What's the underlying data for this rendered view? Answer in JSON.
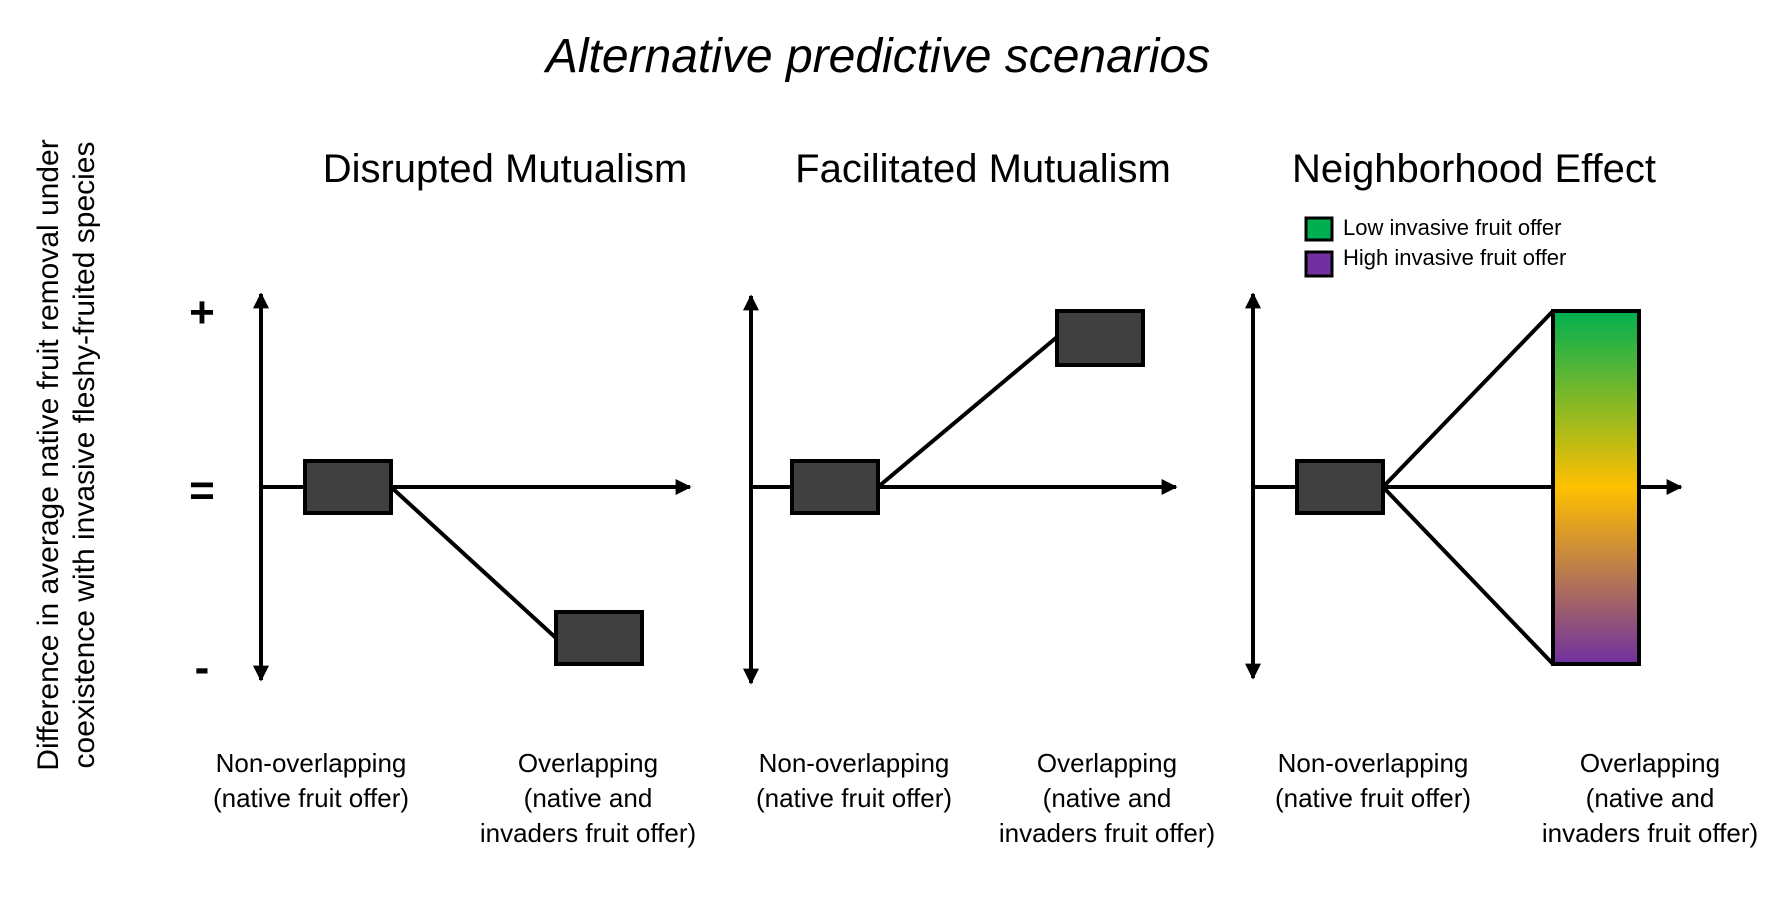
{
  "title": "Alternative predictive scenarios",
  "y_axis_label": [
    "Difference in average native fruit removal under",
    "coexistence with invasive fleshy-fruited species"
  ],
  "y_symbols": {
    "plus": "+",
    "equal": "=",
    "minus": "-"
  },
  "panels": [
    {
      "title": "Disrupted Mutualism",
      "categories": [
        [
          "Non-overlapping",
          "(native fruit offer)"
        ],
        [
          "Overlapping",
          "(native and",
          "invaders fruit offer)"
        ]
      ]
    },
    {
      "title": "Facilitated Mutualism",
      "categories": [
        [
          "Non-overlapping",
          "(native fruit offer)"
        ],
        [
          "Overlapping",
          "(native and",
          "invaders fruit offer)"
        ]
      ]
    },
    {
      "title": "Neighborhood Effect",
      "categories": [
        [
          "Non-overlapping",
          "(native fruit offer)"
        ],
        [
          "Overlapping",
          "(native and",
          "invaders fruit offer)"
        ]
      ]
    }
  ],
  "legend": [
    {
      "label": "Low invasive fruit offer",
      "color": "#00b050"
    },
    {
      "label": "High invasive fruit offer",
      "color": "#7030a0"
    }
  ],
  "colors": {
    "box_fill": "#404040",
    "gradient": [
      "#00b050",
      "#ffc000",
      "#7030a0"
    ]
  }
}
